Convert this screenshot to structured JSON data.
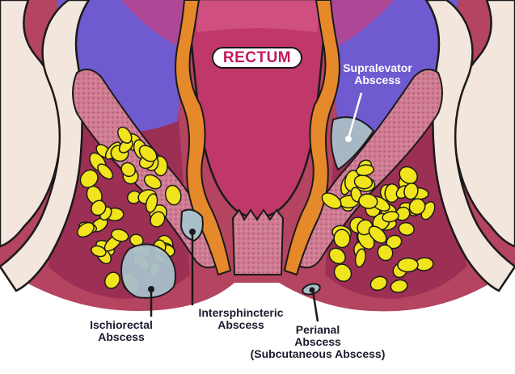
{
  "title_pill": "RECTUM",
  "labels": {
    "supralevator": [
      "Supralevator",
      "Abscess"
    ],
    "ischiorectal": [
      "Ischiorectal",
      "Abscess"
    ],
    "intersphincteric": [
      "Intersphincteric",
      "Abscess"
    ],
    "perianal": [
      "Perianal",
      "Abscess",
      "(Subcutaneous Abscess)"
    ]
  },
  "colors": {
    "background": "#ffffff",
    "pelvic_wall": "#f3e6dc",
    "soft_tissue": "#b4445f",
    "deep_tissue": "#9c2f54",
    "levator_muscle": "#c76b85",
    "pelvic_cavity": "#6f5ad0",
    "sphincter": "#e6892b",
    "rectum": "#c0386a",
    "fat_globule": "#f1e41c",
    "abscess": "#a9bfca",
    "rectum_label": "#c2185b",
    "label_text": "#1b1b2e"
  }
}
